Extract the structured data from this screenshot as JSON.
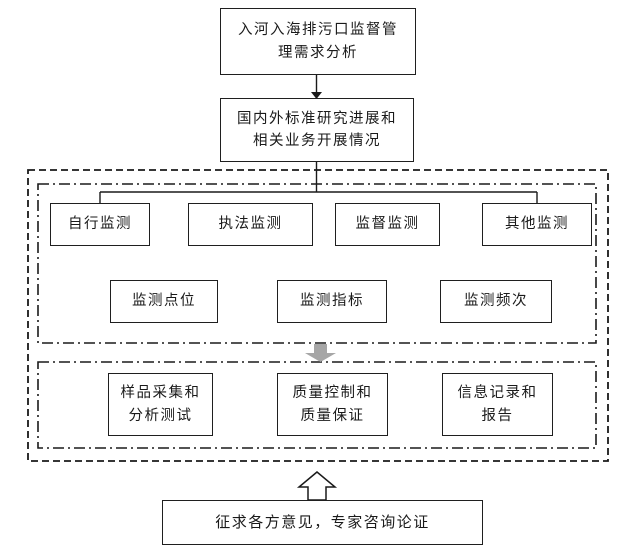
{
  "diagram": {
    "requirement_box": {
      "lines": [
        "入河入海排污口监督管",
        "理需求分析"
      ]
    },
    "standards_box": {
      "lines": [
        "国内外标准研究进展和",
        "相关业务开展情况"
      ]
    },
    "monitoring_types": [
      {
        "label": "自行监测"
      },
      {
        "label": "执法监测"
      },
      {
        "label": "监督监测"
      },
      {
        "label": "其他监测"
      }
    ],
    "monitoring_elements": [
      {
        "label": "监测点位"
      },
      {
        "label": "监测指标"
      },
      {
        "label": "监测频次"
      }
    ],
    "quality_steps": [
      {
        "lines": [
          "样品采集和",
          "分析测试"
        ]
      },
      {
        "lines": [
          "质量控制和",
          "质量保证"
        ]
      },
      {
        "lines": [
          "信息记录和",
          "报告"
        ]
      }
    ],
    "consultation_box": {
      "label": "征求各方意见，专家咨询论证"
    },
    "colors": {
      "line": "#1a1a1a",
      "gray_arrow": "#a6a6a6",
      "background": "#ffffff"
    }
  }
}
